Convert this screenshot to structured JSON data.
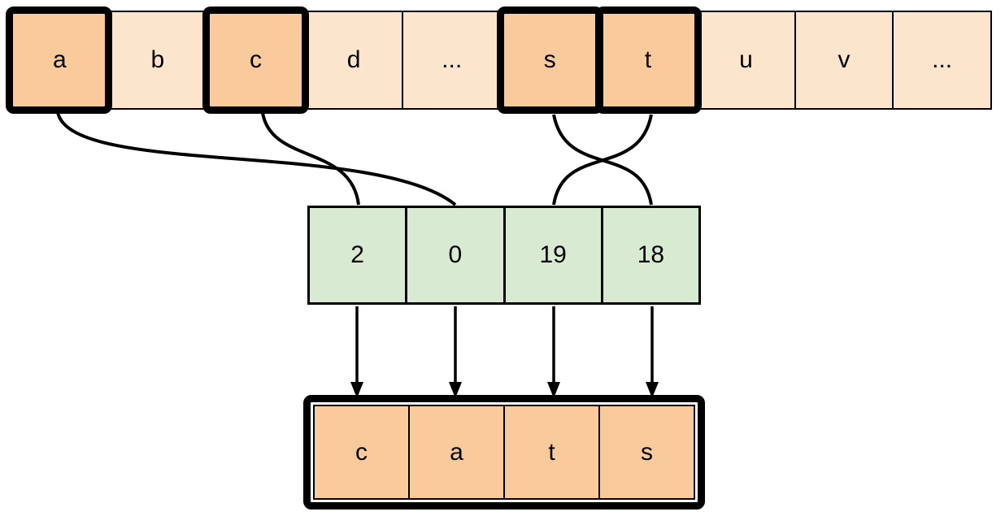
{
  "diagram": {
    "top_row": {
      "cells": [
        {
          "label": "a",
          "highlighted": true
        },
        {
          "label": "b",
          "highlighted": false
        },
        {
          "label": "c",
          "highlighted": true
        },
        {
          "label": "d",
          "highlighted": false
        },
        {
          "label": "...",
          "highlighted": false
        },
        {
          "label": "s",
          "highlighted": true
        },
        {
          "label": "t",
          "highlighted": true
        },
        {
          "label": "u",
          "highlighted": false
        },
        {
          "label": "v",
          "highlighted": false
        },
        {
          "label": "...",
          "highlighted": false
        }
      ]
    },
    "index_row": {
      "cells": [
        {
          "label": "2"
        },
        {
          "label": "0"
        },
        {
          "label": "19"
        },
        {
          "label": "18"
        }
      ]
    },
    "output_row": {
      "cells": [
        {
          "label": "c"
        },
        {
          "label": "a"
        },
        {
          "label": "t"
        },
        {
          "label": "s"
        }
      ]
    },
    "mappings": [
      {
        "from_letter": "a",
        "to_index": "0"
      },
      {
        "from_letter": "c",
        "to_index": "2"
      },
      {
        "from_letter": "s",
        "to_index": "18"
      },
      {
        "from_letter": "t",
        "to_index": "19"
      }
    ],
    "colors": {
      "cell_light": "#fce5cd",
      "cell_highlight": "#f9cb9c",
      "index_fill": "#d9ead3",
      "stroke": "#000000",
      "background": "#ffffff"
    }
  }
}
